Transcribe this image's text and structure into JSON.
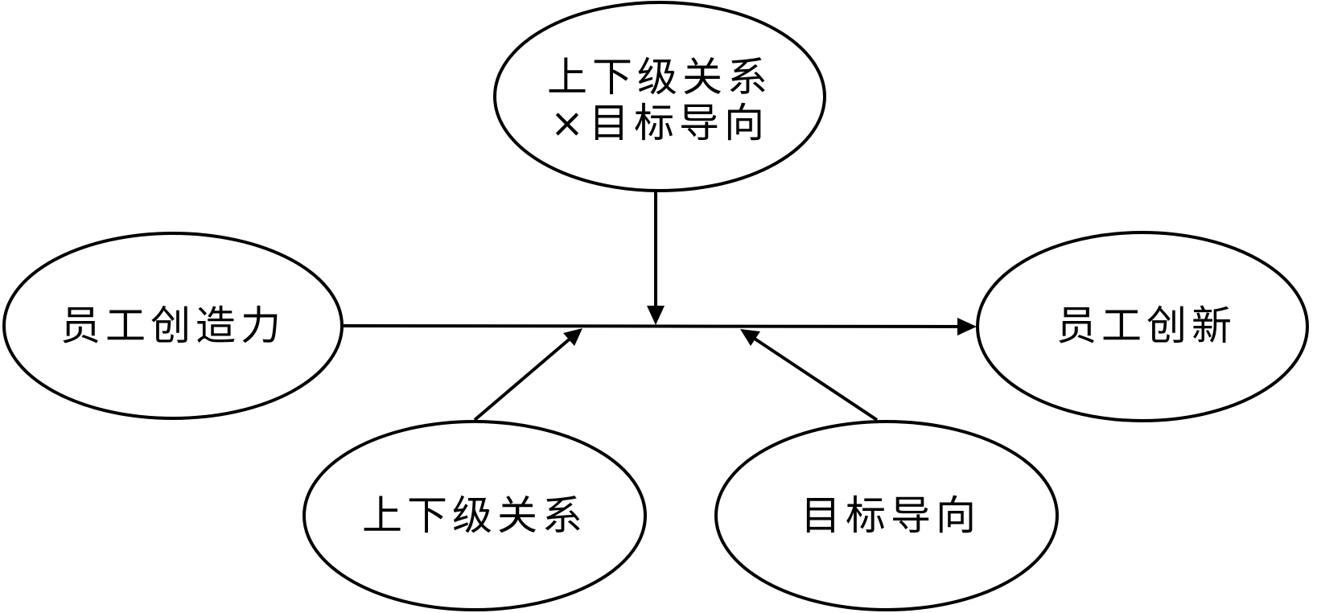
{
  "nodes": {
    "interaction": {
      "line1": "上下级关系",
      "line2": "×目标导向"
    },
    "creativity": {
      "label": "员工创造力"
    },
    "innovation": {
      "label": "员工创新"
    },
    "relationship": {
      "label": "上下级关系"
    },
    "goal_orientation": {
      "label": "目标导向"
    }
  }
}
